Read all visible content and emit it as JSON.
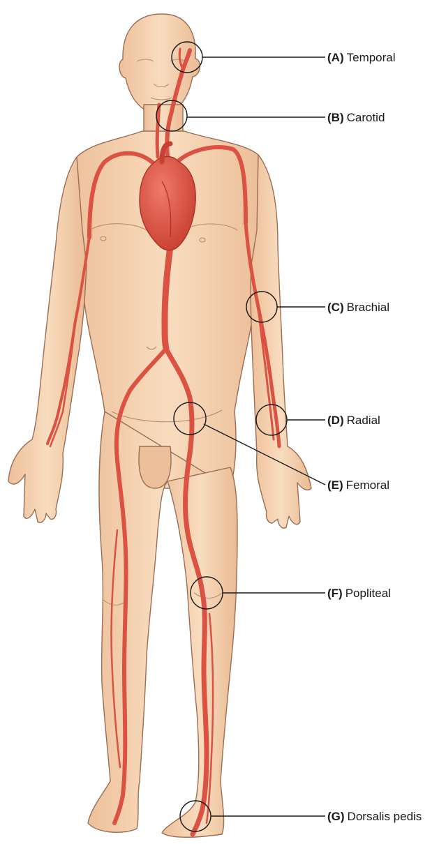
{
  "colors": {
    "skin": "#f4cfac",
    "skin_shadow": "#e2b08a",
    "outline": "#9a6e55",
    "artery": "#dc5242",
    "artery_dark": "#b8382b",
    "heart": "#e2574a",
    "leader": "#1a1a1a"
  },
  "labels": [
    {
      "id": "temporal",
      "letter": "(A)",
      "name": "Temporal"
    },
    {
      "id": "carotid",
      "letter": "(B)",
      "name": "Carotid"
    },
    {
      "id": "brachial",
      "letter": "(C)",
      "name": "Brachial"
    },
    {
      "id": "radial",
      "letter": "(D)",
      "name": "Radial"
    },
    {
      "id": "femoral",
      "letter": "(E)",
      "name": "Femoral"
    },
    {
      "id": "popliteal",
      "letter": "(F)",
      "name": "Popliteal"
    },
    {
      "id": "dorsalis-pedis",
      "letter": "(G)",
      "name": "Dorsalis pedis"
    }
  ]
}
